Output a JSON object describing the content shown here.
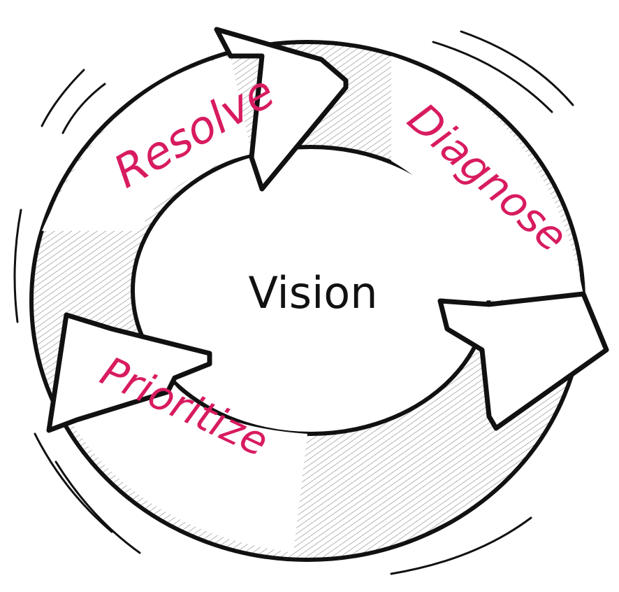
{
  "diagram": {
    "center_label": "Vision",
    "stages": [
      {
        "label": "Resolve"
      },
      {
        "label": "Diagnose"
      },
      {
        "label": "Prioritize"
      }
    ],
    "colors": {
      "accent": "#d81b60",
      "ink": "#111111"
    }
  }
}
